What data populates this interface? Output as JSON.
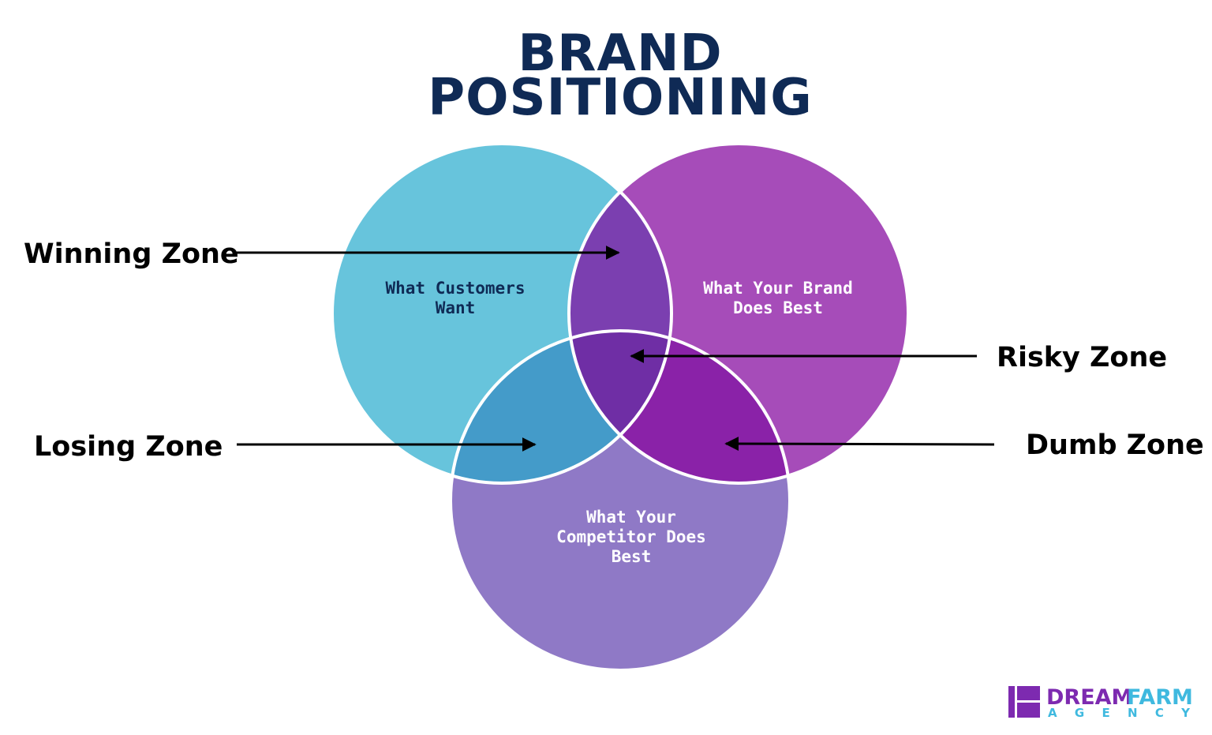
{
  "title": {
    "line1": "BRAND",
    "line2": "POSITIONING"
  },
  "circles": {
    "customers": {
      "label_line1": "What Customers",
      "label_line2": "Want"
    },
    "brand": {
      "label_line1": "What Your Brand",
      "label_line2": "Does Best"
    },
    "competitor": {
      "label_line1": "What Your",
      "label_line2": "Competitor Does",
      "label_line3": "Best"
    }
  },
  "zones": {
    "winning": "Winning Zone",
    "risky": "Risky Zone",
    "losing": "Losing Zone",
    "dumb": "Dumb Zone"
  },
  "logo": {
    "part1": "DREAM",
    "part2": "FARM",
    "sub": "A G E N C Y"
  },
  "colors": {
    "title": "#0f2a55",
    "customers": "#67c4dc",
    "brand": "#a64cb9",
    "competitor": "#8f79c6",
    "customers_brand": "#7b3fb0",
    "customers_competitor": "#449bc9",
    "brand_competitor": "#8a22a8",
    "center": "#6f2ea5",
    "label_dark": "#0f2a55",
    "label_light": "#ffffff",
    "arrow": "#000000",
    "logo_purple": "#7d2ab0",
    "logo_cyan": "#3fb9df"
  }
}
